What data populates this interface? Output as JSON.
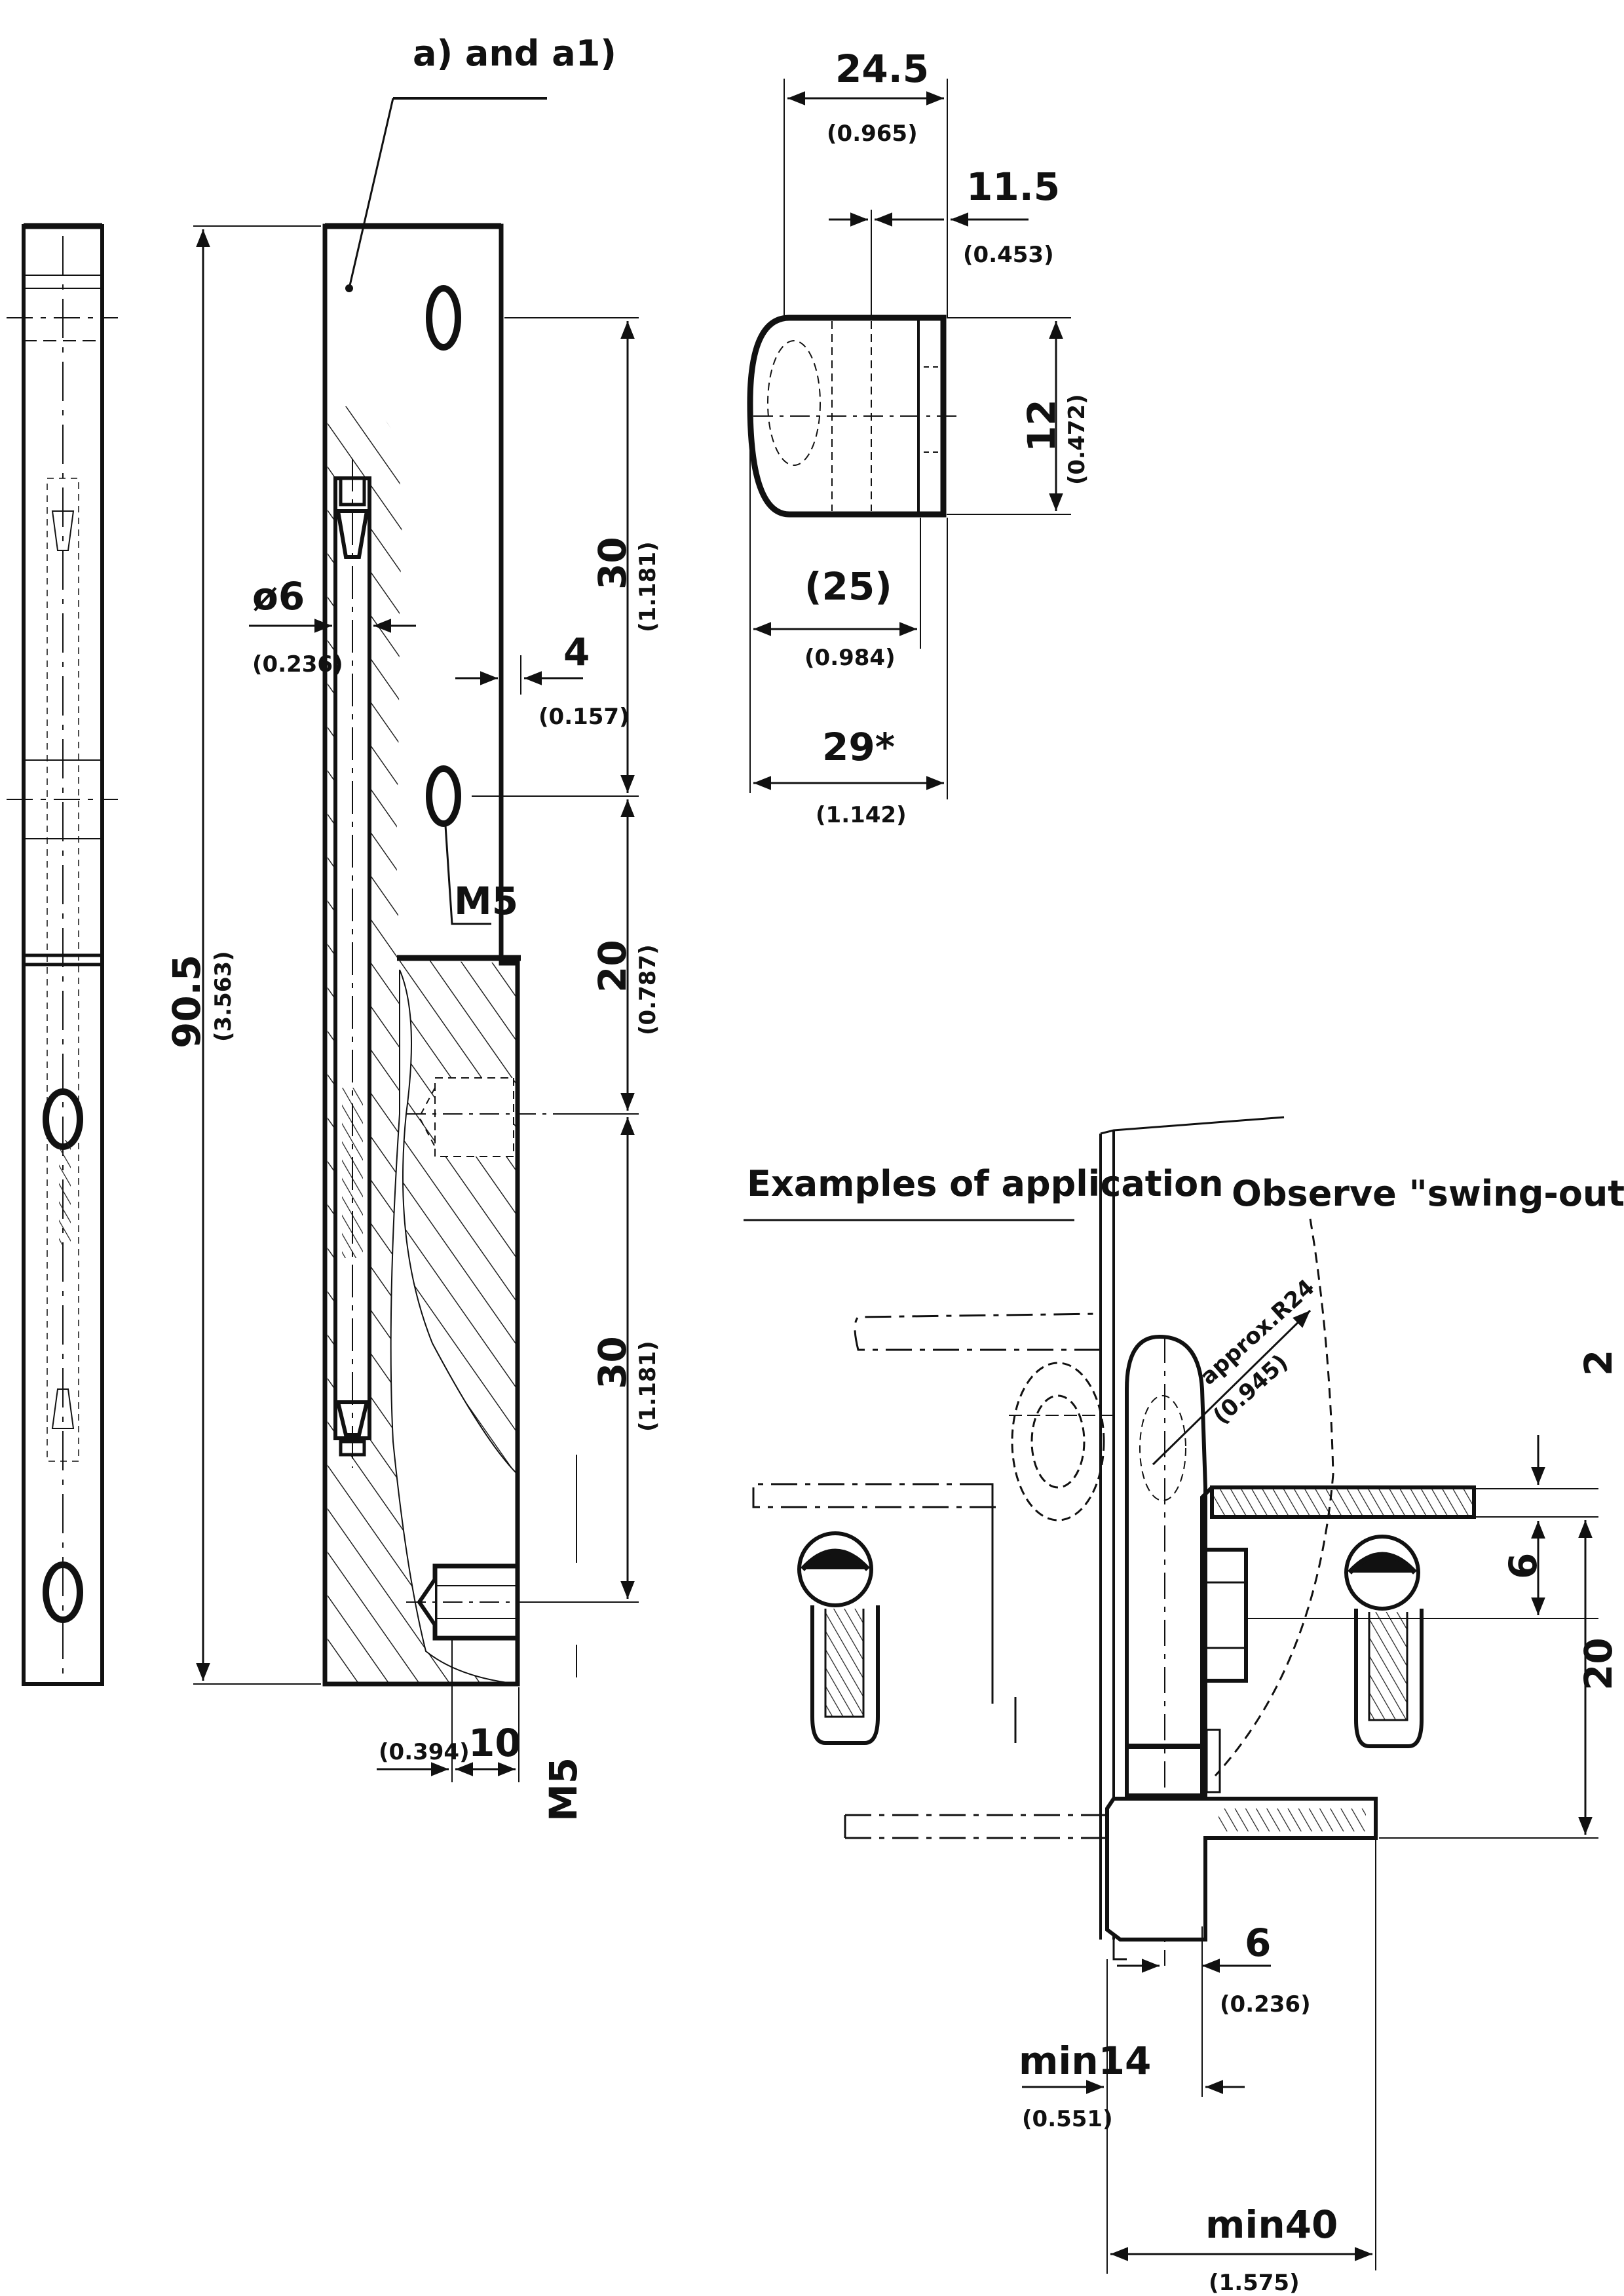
{
  "labels": {
    "part_ref": "a) and a1)",
    "d_24_5": "24.5",
    "d_24_5_in": "(0.965)",
    "d_11_5": "11.5",
    "d_11_5_in": "(0.453)",
    "d_12": "12",
    "d_12_in": "(0.472)",
    "d_25": "(25)",
    "d_25_in": "(0.984)",
    "d_29": "29*",
    "d_29_in": "(1.142)",
    "d_dia6": "ø6",
    "d_dia6_in": "(0.236)",
    "d_4": "4",
    "d_4_in": "(0.157)",
    "thread_m5_upper": "M5",
    "d_90_5": "90.5",
    "d_90_5_in": "(3.563)",
    "d_30_top": "30",
    "d_30_top_in": "(1.181)",
    "d_20": "20",
    "d_20_in": "(0.787)",
    "d_30_bottom": "30",
    "d_30_bottom_in": "(1.181)",
    "d_10": "10",
    "d_10_in": "(0.394)",
    "thread_m5_lower": "M5",
    "examples_title": "Examples of application",
    "swing_note": "Observe \"swing-out\" radius",
    "radius_label": "approx.R24",
    "radius_in": "(0.945)",
    "app_d_2": "2",
    "app_d_6_vert": "6",
    "app_d_20_vert": "20",
    "app_d_6": "6",
    "app_d_6_in": "(0.236)",
    "app_min14": "min14",
    "app_min14_in": "(0.551)",
    "app_min40": "min40",
    "app_min40_in": "(1.575)"
  }
}
